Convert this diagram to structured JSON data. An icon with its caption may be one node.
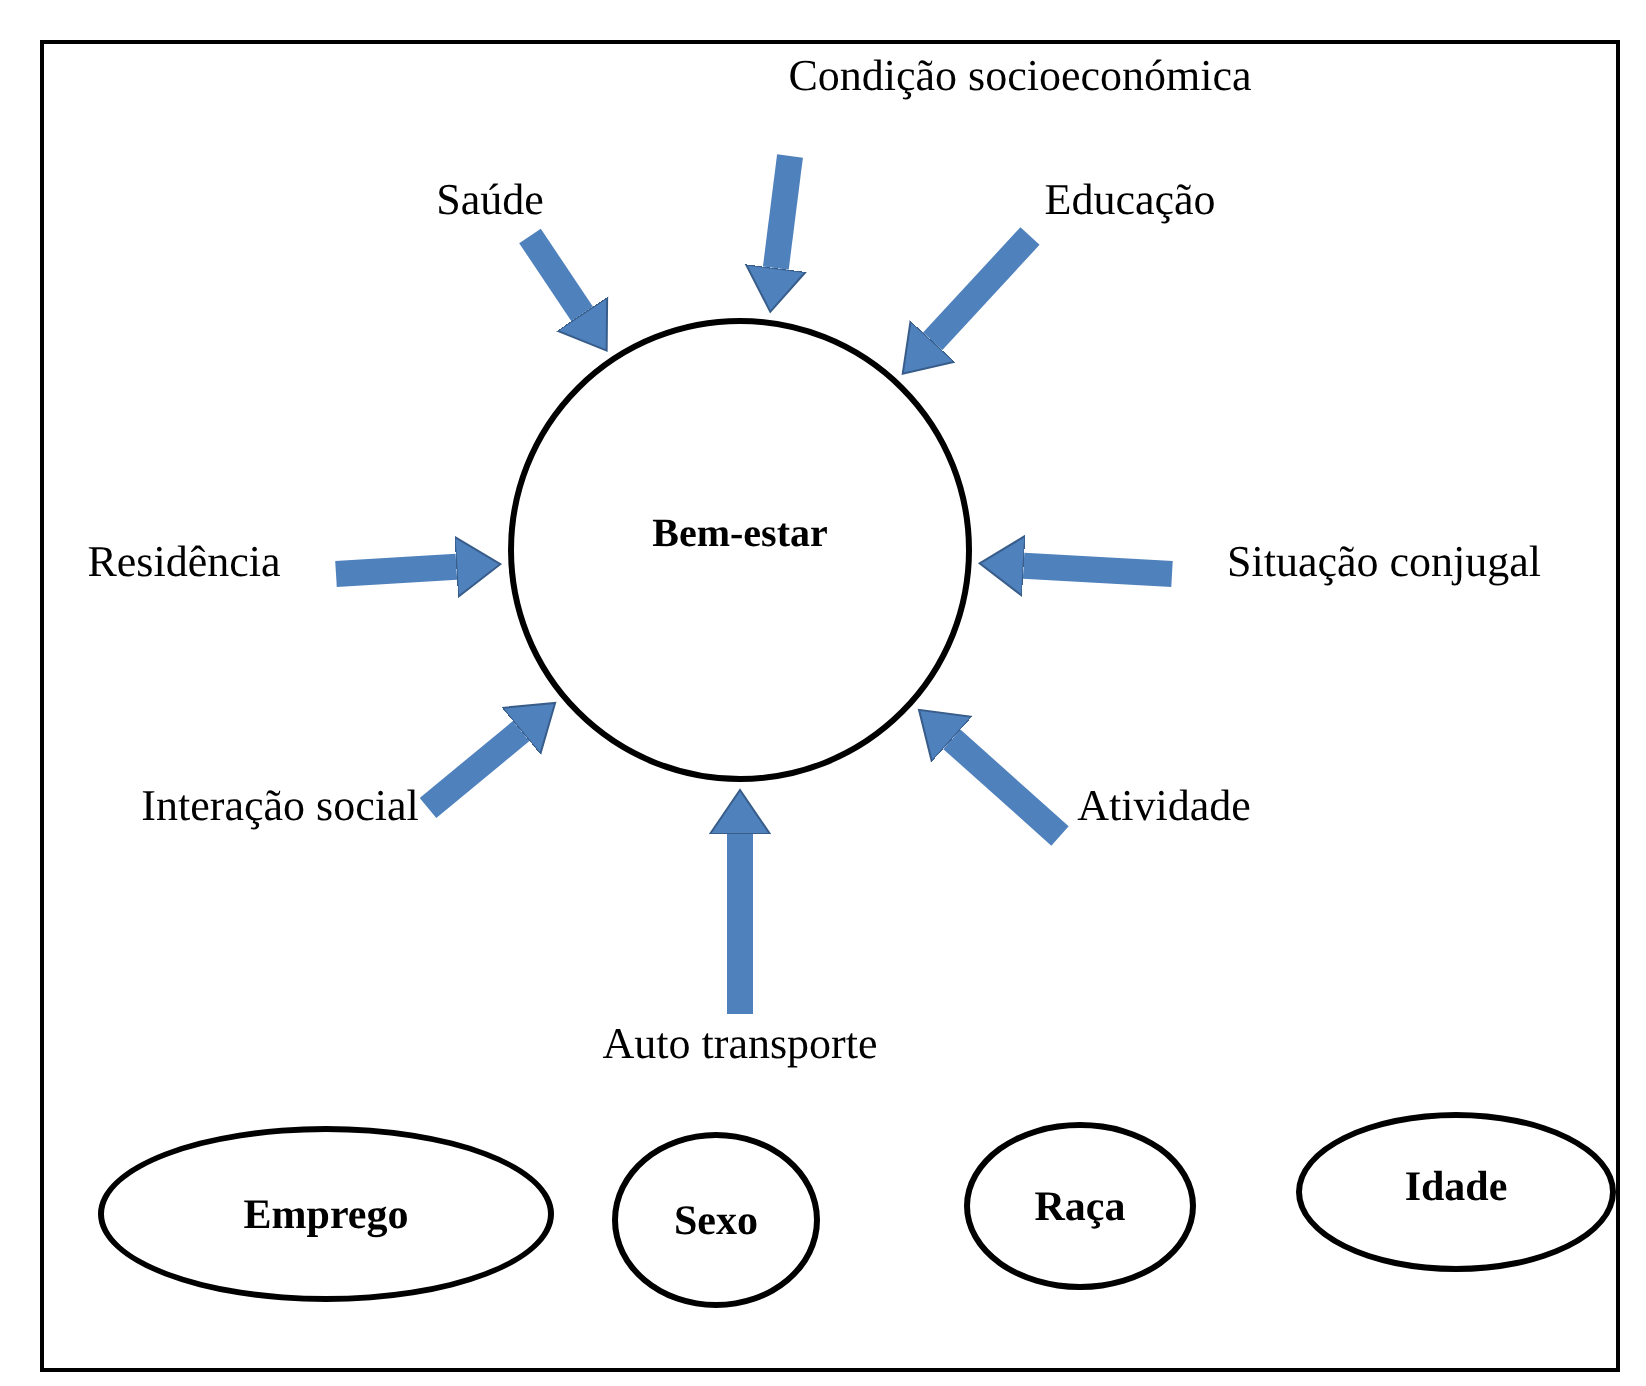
{
  "diagram": {
    "nodes": [
      {
        "text": [
          "Bem-estar"
        ]
      },
      {
        "text": [
          "Saúde"
        ]
      },
      {
        "text": [
          "Condição socioeconómica"
        ]
      },
      {
        "text": [
          "Educação"
        ]
      },
      {
        "text": [
          "Residência"
        ]
      },
      {
        "text": [
          "Situação conjugal"
        ]
      },
      {
        "text": [
          "Interação social"
        ]
      },
      {
        "text": [
          "Atividade"
        ]
      },
      {
        "text": [
          "Auto transporte"
        ]
      },
      {
        "text": [
          "Emprego"
        ]
      },
      {
        "text": [
          "Sexo"
        ]
      },
      {
        "text": [
          "Raça"
        ]
      },
      {
        "text": [
          "Idade"
        ]
      }
    ],
    "edges": [
      {
        "from": 1,
        "to": 0,
        "arrow": "to"
      },
      {
        "from": 2,
        "to": 0,
        "arrow": "to"
      },
      {
        "from": 3,
        "to": 0,
        "arrow": "to"
      },
      {
        "from": 4,
        "to": 0,
        "arrow": "to"
      },
      {
        "from": 5,
        "to": 0,
        "arrow": "to"
      },
      {
        "from": 6,
        "to": 0,
        "arrow": "to"
      },
      {
        "from": 7,
        "to": 0,
        "arrow": "to"
      },
      {
        "from": 8,
        "to": 0,
        "arrow": "to"
      }
    ]
  }
}
